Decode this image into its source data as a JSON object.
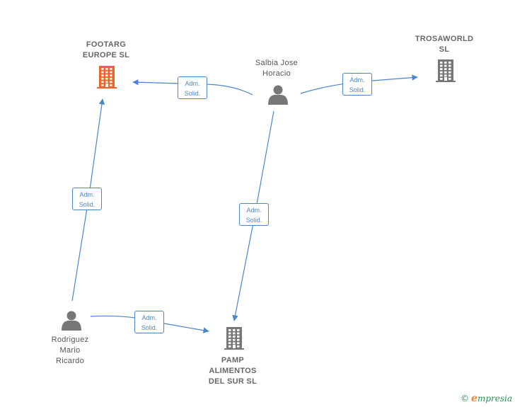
{
  "nodes": {
    "footarg": {
      "name": "FOOTARG\nEUROPE  SL",
      "type": "company",
      "color": "#f0642c",
      "icon": "building-icon"
    },
    "trosaworld": {
      "name": "TROSAWORLD\nSL",
      "type": "company",
      "color": "#777777",
      "icon": "building-icon"
    },
    "pamp": {
      "name": "PAMP\nALIMENTOS\nDEL SUR  SL",
      "type": "company",
      "color": "#777777",
      "icon": "building-icon"
    },
    "salbia": {
      "name": "Salbia Jose\nHoracio",
      "type": "person",
      "color": "#777777",
      "icon": "person-icon"
    },
    "rodriguez": {
      "name": "Rodriguez\nMario\nRicardo",
      "type": "person",
      "color": "#777777",
      "icon": "person-icon"
    }
  },
  "edges": [
    {
      "id": "salbia-footarg",
      "from": "salbia",
      "to": "footarg",
      "label_line1": "Adm.",
      "label_line2": "Solid."
    },
    {
      "id": "salbia-trosaworld",
      "from": "salbia",
      "to": "trosaworld",
      "label_line1": "Adm.",
      "label_line2": "Solid."
    },
    {
      "id": "salbia-pamp",
      "from": "salbia",
      "to": "pamp",
      "label_line1": "Adm.",
      "label_line2": "Solid."
    },
    {
      "id": "rodriguez-footarg",
      "from": "rodriguez",
      "to": "footarg",
      "label_line1": "Adm.",
      "label_line2": "Solid."
    },
    {
      "id": "rodriguez-pamp",
      "from": "rodriguez",
      "to": "pamp",
      "label_line1": "Adm.",
      "label_line2": "Solid."
    }
  ],
  "colors": {
    "edge": "#4a86c8",
    "accent": "#f0642c",
    "neutral": "#777777"
  },
  "brand": {
    "copyright": "©",
    "initial": "e",
    "rest": "mpresia"
  }
}
